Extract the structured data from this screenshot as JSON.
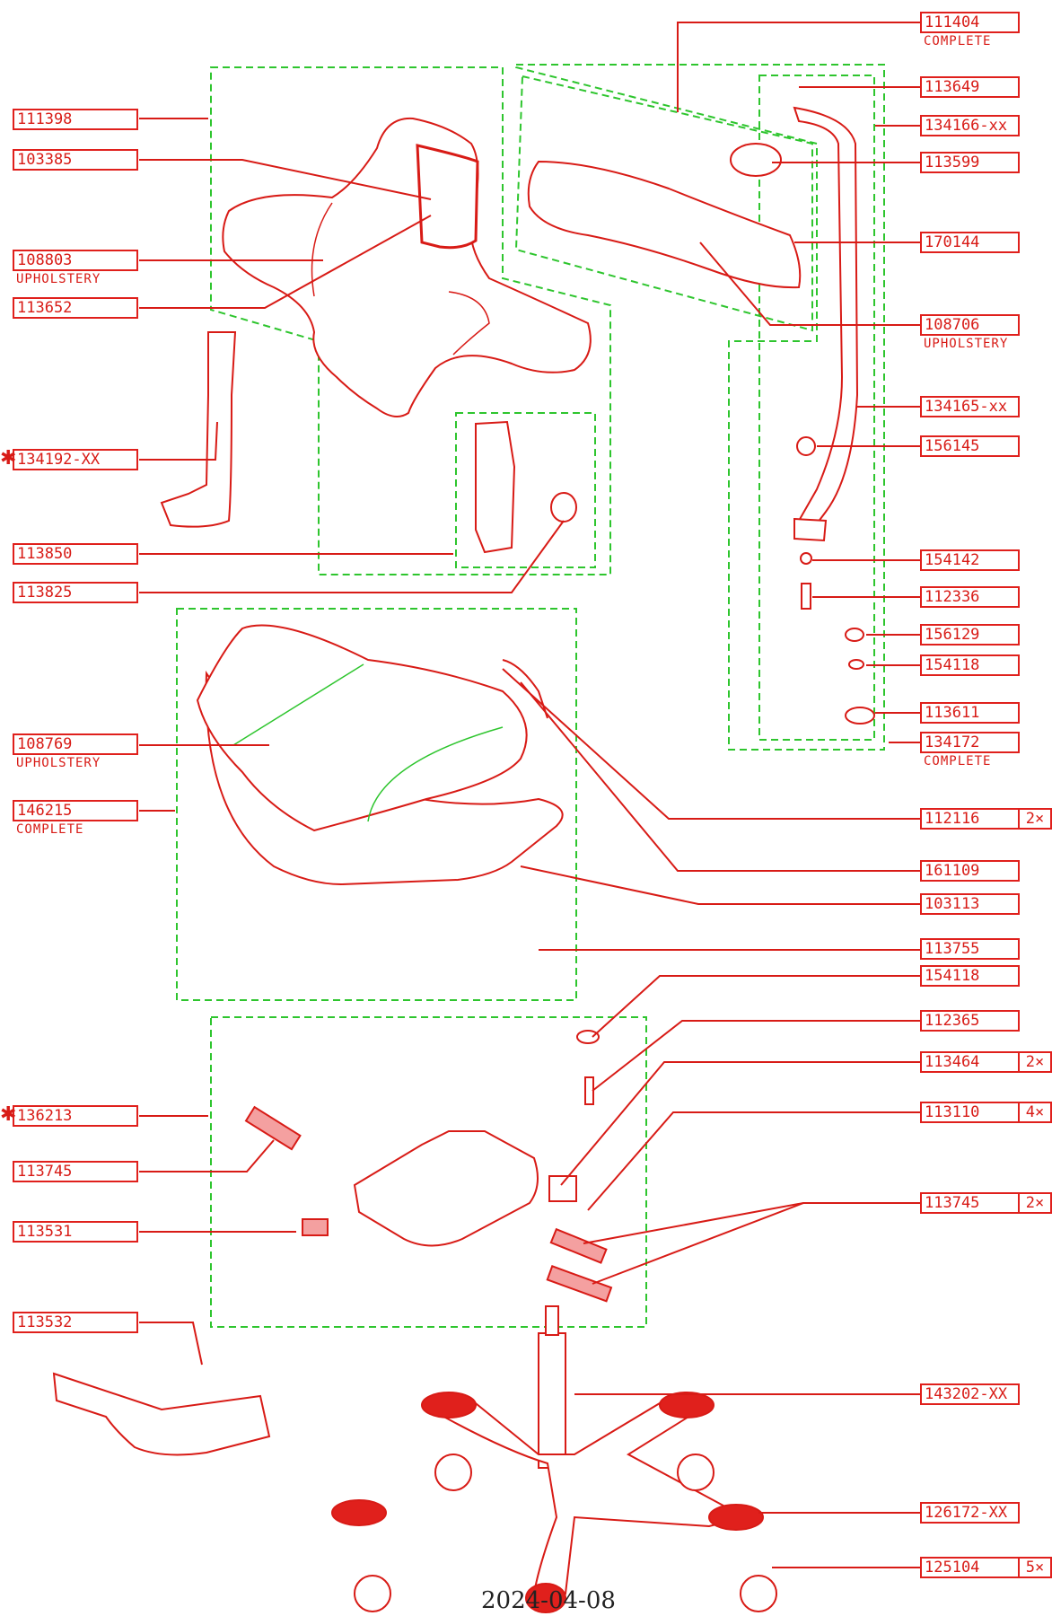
{
  "date": "2024-04-08",
  "colors": {
    "line": "#e0201c",
    "group_outline": "#2ec52e",
    "seam": "#2ec52e"
  },
  "callouts": [
    {
      "id": "111398",
      "note": "",
      "qty": "",
      "star": false
    },
    {
      "id": "103385",
      "note": "",
      "qty": "",
      "star": false
    },
    {
      "id": "108803",
      "note": "UPHOLSTERY",
      "qty": "",
      "star": false
    },
    {
      "id": "113652",
      "note": "",
      "qty": "",
      "star": false
    },
    {
      "id": "134192-XX",
      "note": "",
      "qty": "",
      "star": true
    },
    {
      "id": "113850",
      "note": "",
      "qty": "",
      "star": false
    },
    {
      "id": "113825",
      "note": "",
      "qty": "",
      "star": false
    },
    {
      "id": "108769",
      "note": "UPHOLSTERY",
      "qty": "",
      "star": false
    },
    {
      "id": "146215",
      "note": "COMPLETE",
      "qty": "",
      "star": false
    },
    {
      "id": "136213",
      "note": "",
      "qty": "",
      "star": true
    },
    {
      "id": "113745",
      "note": "",
      "qty": "",
      "star": false
    },
    {
      "id": "113531",
      "note": "",
      "qty": "",
      "star": false
    },
    {
      "id": "113532",
      "note": "",
      "qty": "",
      "star": false
    },
    {
      "id": "111404",
      "note": "COMPLETE",
      "qty": "",
      "star": false
    },
    {
      "id": "113649",
      "note": "",
      "qty": "",
      "star": false
    },
    {
      "id": "134166-xx",
      "note": "",
      "qty": "",
      "star": false
    },
    {
      "id": "113599",
      "note": "",
      "qty": "",
      "star": false
    },
    {
      "id": "170144",
      "note": "",
      "qty": "",
      "star": false
    },
    {
      "id": "108706",
      "note": "UPHOLSTERY",
      "qty": "",
      "star": false
    },
    {
      "id": "134165-xx",
      "note": "",
      "qty": "",
      "star": false
    },
    {
      "id": "156145",
      "note": "",
      "qty": "",
      "star": false
    },
    {
      "id": "154142",
      "note": "",
      "qty": "",
      "star": false
    },
    {
      "id": "112336",
      "note": "",
      "qty": "",
      "star": false
    },
    {
      "id": "156129",
      "note": "",
      "qty": "",
      "star": false
    },
    {
      "id": "154118",
      "note": "",
      "qty": "",
      "star": false
    },
    {
      "id": "113611",
      "note": "",
      "qty": "",
      "star": false
    },
    {
      "id": "134172",
      "note": "COMPLETE",
      "qty": "",
      "star": false
    },
    {
      "id": "112116",
      "note": "",
      "qty": "2×",
      "star": false
    },
    {
      "id": "161109",
      "note": "",
      "qty": "",
      "star": false
    },
    {
      "id": "103113",
      "note": "",
      "qty": "",
      "star": false
    },
    {
      "id": "113755",
      "note": "",
      "qty": "",
      "star": false
    },
    {
      "id": "154118",
      "note": "",
      "qty": "",
      "star": false
    },
    {
      "id": "112365",
      "note": "",
      "qty": "",
      "star": false
    },
    {
      "id": "113464",
      "note": "",
      "qty": "2×",
      "star": false
    },
    {
      "id": "113110",
      "note": "",
      "qty": "4×",
      "star": false
    },
    {
      "id": "113745",
      "note": "",
      "qty": "2×",
      "star": false
    },
    {
      "id": "143202-XX",
      "note": "",
      "qty": "",
      "star": false
    },
    {
      "id": "126172-XX",
      "note": "",
      "qty": "",
      "star": false
    },
    {
      "id": "125104",
      "note": "",
      "qty": "5×",
      "star": false
    }
  ]
}
